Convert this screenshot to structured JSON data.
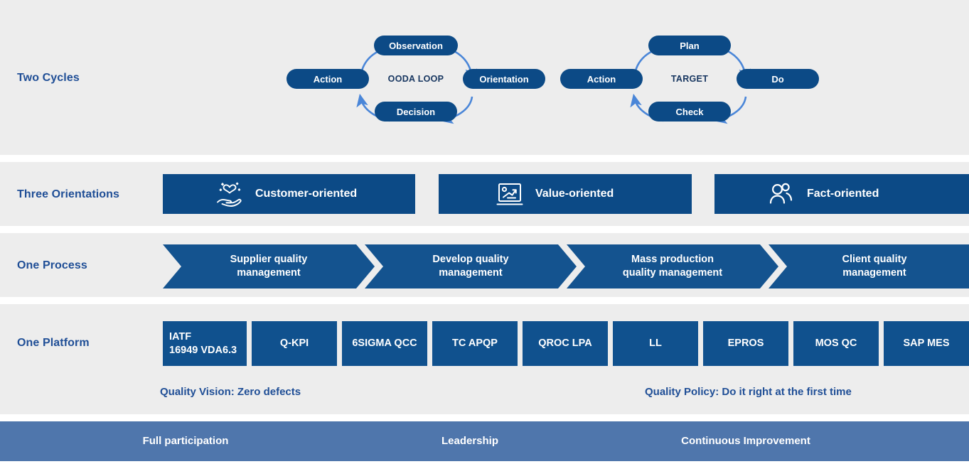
{
  "theme": {
    "band_bg": "#ededed",
    "page_bg": "#ffffff",
    "primary_blue": "#0c4a86",
    "label_blue": "#1f4e96",
    "arrow_blue": "#4a86d8",
    "foundation_blue": "#4f76ac",
    "tile_blue": "#10518e",
    "chevron_blue": "#14538f",
    "white": "#ffffff"
  },
  "rows": {
    "cycles": {
      "label": "Two Cycles",
      "ooda": {
        "center": "OODA LOOP",
        "top": "Observation",
        "right": "Orientation",
        "bottom": "Decision",
        "left": "Action"
      },
      "pdca": {
        "center": "TARGET",
        "top": "Plan",
        "right": "Do",
        "bottom": "Check",
        "left": "Action"
      }
    },
    "orientations": {
      "label": "Three Orientations",
      "items": [
        {
          "label": "Customer-oriented",
          "icon": "hand-holding-heart-icon"
        },
        {
          "label": "Value-oriented",
          "icon": "monitor-growth-chart-icon"
        },
        {
          "label": "Fact-oriented",
          "icon": "people-group-icon"
        }
      ]
    },
    "process": {
      "label": "One Process",
      "steps": [
        {
          "line1": "Supplier quality",
          "line2": "management"
        },
        {
          "line1": "Develop quality",
          "line2": "management"
        },
        {
          "line1": "Mass production",
          "line2": "quality management"
        },
        {
          "line1": "Client quality",
          "line2": "management"
        }
      ]
    },
    "platform": {
      "label": "One Platform",
      "tiles": [
        {
          "line1": "IATF",
          "line2": "16949 VDA6.3",
          "align": "left"
        },
        {
          "line1": "Q-KPI",
          "line2": "",
          "align": "center"
        },
        {
          "line1": "6SIGMA QCC",
          "line2": "",
          "align": "center"
        },
        {
          "line1": "TC APQP",
          "line2": "",
          "align": "center"
        },
        {
          "line1": "QROC LPA",
          "line2": "",
          "align": "center"
        },
        {
          "line1": "LL",
          "line2": "",
          "align": "center"
        },
        {
          "line1": "EPROS",
          "line2": "",
          "align": "center"
        },
        {
          "line1": "MOS QC",
          "line2": "",
          "align": "center"
        },
        {
          "line1": "SAP MES",
          "line2": "",
          "align": "center"
        }
      ],
      "vision": "Quality Vision: Zero defects",
      "policy": "Quality Policy: Do it right at the first time"
    },
    "foundation": {
      "items": [
        "Full participation",
        "Leadership",
        "Continuous Improvement"
      ]
    }
  }
}
